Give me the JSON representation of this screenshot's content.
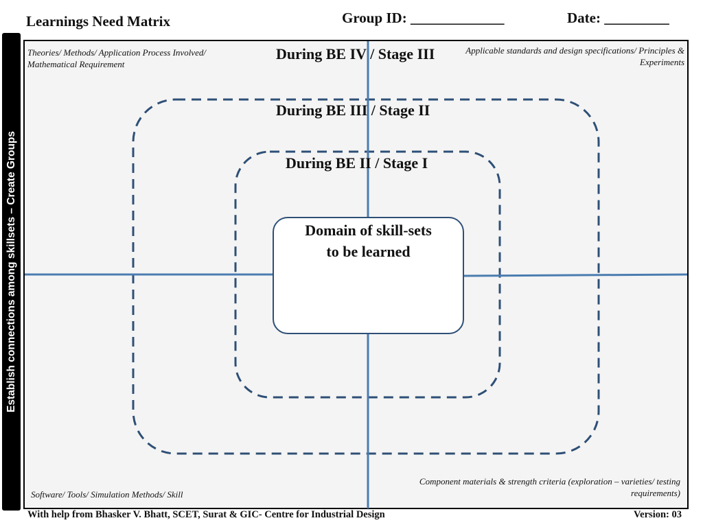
{
  "header": {
    "title": "Learnings Need Matrix",
    "group_id": "Group ID: _____________",
    "date": "Date: _________"
  },
  "sidebar": {
    "label": "Establish connections among skillsets – Create Groups"
  },
  "quadrants": {
    "top_left": "Theories/ Methods/ Application Process Involved/ Mathematical Requirement",
    "top_right": "Applicable standards and design specifications/ Principles & Experiments",
    "bottom_left": "Software/ Tools/ Simulation Methods/ Skill",
    "bottom_right": "Component materials & strength  criteria  (exploration – varieties/ testing requirements)"
  },
  "stages": {
    "outer": "During BE IV / Stage III",
    "middle": "During BE III / Stage II",
    "inner": "During BE II / Stage I"
  },
  "center": {
    "line1": "Domain of skill-sets",
    "line2": "to be learned"
  },
  "footer": {
    "credit": "With help from Bhasker V. Bhatt, SCET, Surat & GIC-  Centre for Industrial Design",
    "version": "Version: 03"
  },
  "colors": {
    "axis": "#4a7cb0",
    "dashed": "#2e4f76",
    "frame_bg": "#f4f4f4"
  }
}
